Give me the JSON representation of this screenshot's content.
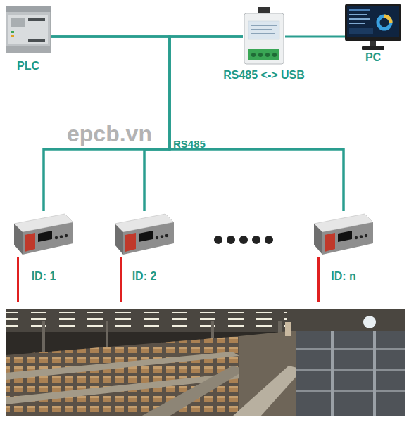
{
  "diagram": {
    "nodes": [
      {
        "text": [
          "PLC"
        ]
      },
      {
        "text": [
          "RS485 <-> USB"
        ]
      },
      {
        "text": [
          "PC"
        ]
      },
      {
        "text": [
          "ID: 1"
        ]
      },
      {
        "text": [
          "ID: 2"
        ]
      },
      {
        "text": [
          "ID: n"
        ]
      }
    ],
    "edges": [
      {
        "from": 0,
        "to": 1,
        "arrow": "none"
      },
      {
        "from": 1,
        "to": 2,
        "arrow": "none"
      },
      {
        "from": 0,
        "to": 3,
        "arrow": "none"
      },
      {
        "from": 0,
        "to": 4,
        "arrow": "none"
      },
      {
        "from": 0,
        "to": 5,
        "arrow": "none"
      },
      {
        "from": 1,
        "to": 3,
        "arrow": "none"
      },
      {
        "from": 1,
        "to": 4,
        "arrow": "none"
      },
      {
        "from": 1,
        "to": 5,
        "arrow": "none"
      }
    ],
    "labels": [
      "epcb.vn",
      "RS485"
    ]
  }
}
